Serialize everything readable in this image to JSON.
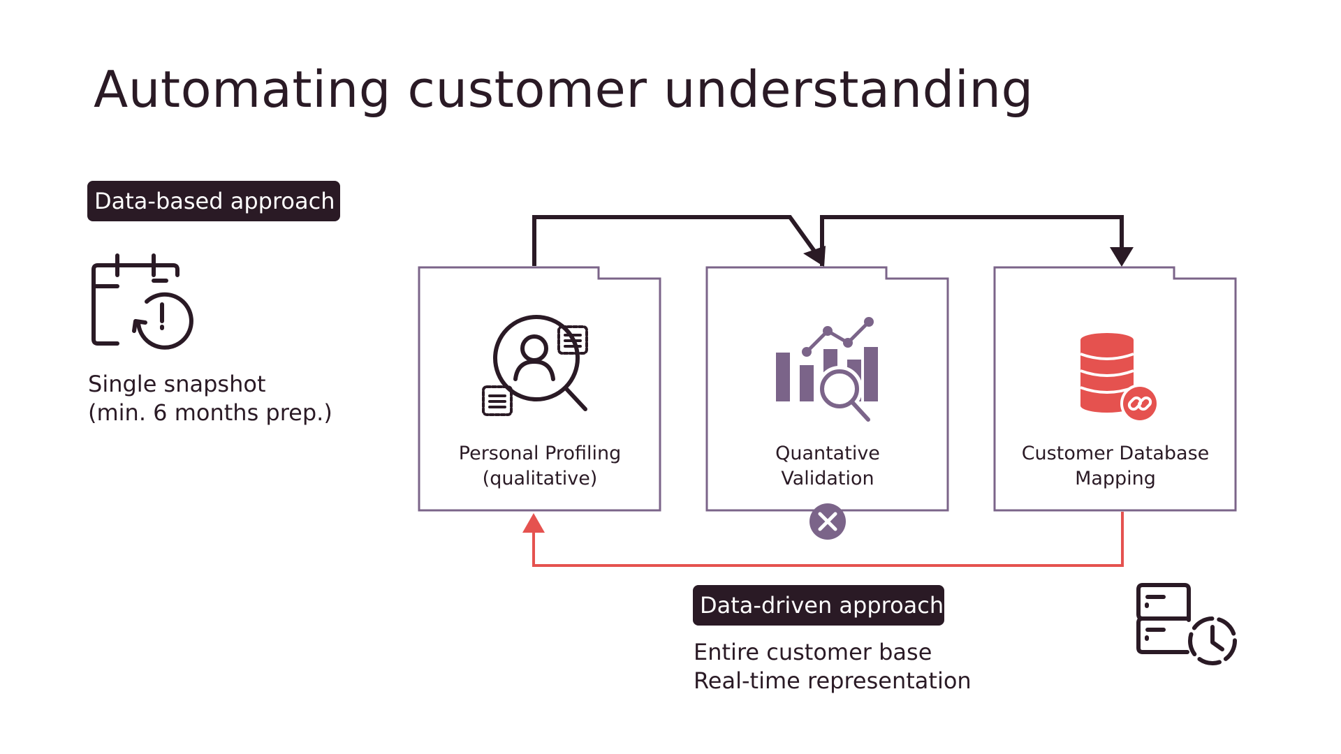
{
  "slide": {
    "title": "Automating customer understanding"
  },
  "data_based": {
    "label": "Data-based approach",
    "line1": "Single snapshot",
    "line2": "(min. 6 months prep.)",
    "icon": "calendar-clock-icon"
  },
  "data_driven": {
    "label": "Data-driven approach",
    "line1": "Entire customer base",
    "line2": "Real-time representation",
    "icon": "server-clock-icon"
  },
  "cards": [
    {
      "line1": "Personal Profiling",
      "line2": "(qualitative)",
      "icon": "user-search-icon"
    },
    {
      "line1": "Quantative",
      "line2": "Validation",
      "icon": "chart-magnifier-icon"
    },
    {
      "line1": "Customer Database",
      "line2": "Mapping",
      "icon": "database-link-icon"
    }
  ],
  "status_icon": "close-circle-icon",
  "colors": {
    "dark": "#2a1a25",
    "card_border": "#7b6489",
    "purple": "#7b6489",
    "red": "#e5524f"
  }
}
